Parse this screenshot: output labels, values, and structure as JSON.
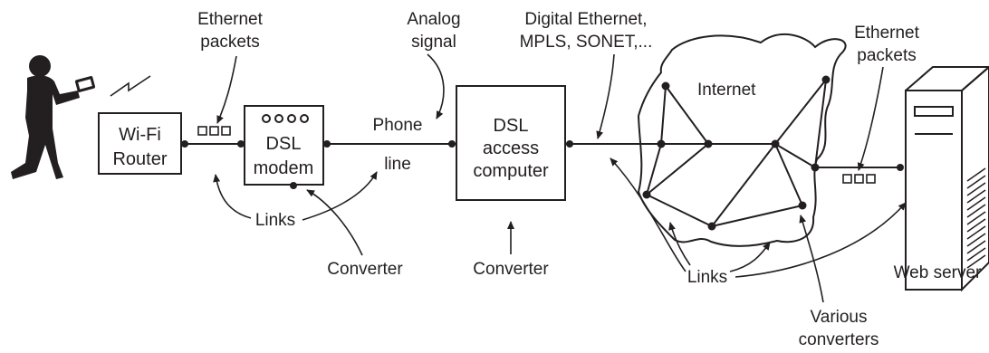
{
  "labels": {
    "ethernet_packets_left": [
      "Ethernet",
      "packets"
    ],
    "analog_signal": [
      "Analog",
      "signal"
    ],
    "digital_protocols": [
      "Digital Ethernet,",
      "MPLS, SONET,..."
    ],
    "ethernet_packets_right": [
      "Ethernet",
      "packets"
    ],
    "phone_line": [
      "Phone",
      "line"
    ],
    "links_left": "Links",
    "converter_modem": "Converter",
    "converter_access": "Converter",
    "links_right": "Links",
    "various_converters": [
      "Various",
      "converters"
    ],
    "web_server": "Web server",
    "internet": "Internet"
  },
  "boxes": {
    "wifi_router": [
      "Wi-Fi",
      "Router"
    ],
    "dsl_modem": [
      "DSL",
      "modem"
    ],
    "dsl_access_computer": [
      "DSL",
      "access",
      "computer"
    ]
  },
  "icons": {
    "person": "person-with-tablet-icon",
    "wireless": "wireless-signal-icon",
    "server": "web-server-icon",
    "packets": "packet-squares-icon",
    "modem_lights": "indicator-lights-icon"
  }
}
